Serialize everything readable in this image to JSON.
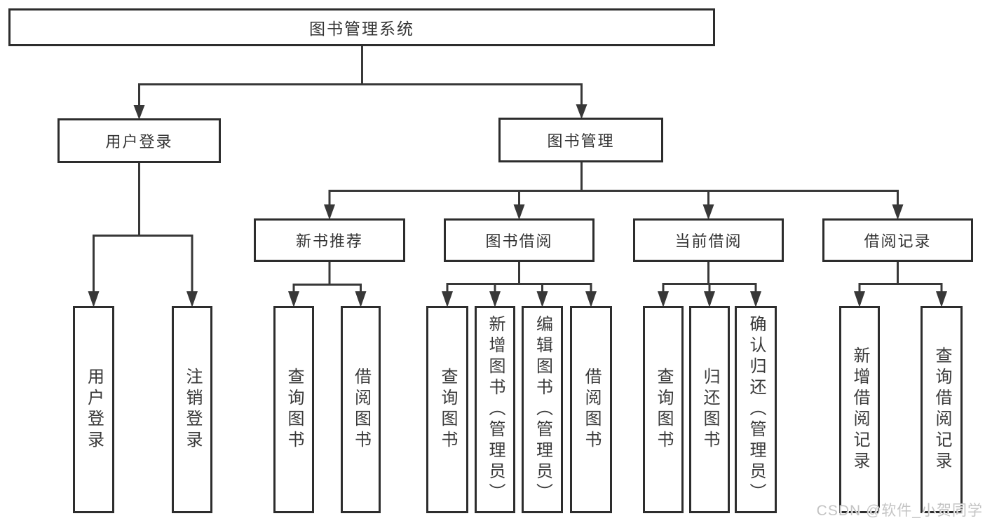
{
  "diagram_type": "hierarchy",
  "title": "图书管理系统",
  "tree": {
    "label": "图书管理系统",
    "children": [
      {
        "label": "用户登录",
        "children": [
          {
            "label": "用户登录"
          },
          {
            "label": "注销登录"
          }
        ]
      },
      {
        "label": "图书管理",
        "children": [
          {
            "label": "新书推荐",
            "children": [
              {
                "label": "查询图书"
              },
              {
                "label": "借阅图书"
              }
            ]
          },
          {
            "label": "图书借阅",
            "children": [
              {
                "label": "查询图书"
              },
              {
                "label": "新增图书（管理员）"
              },
              {
                "label": "编辑图书（管理员）"
              },
              {
                "label": "借阅图书"
              }
            ]
          },
          {
            "label": "当前借阅",
            "children": [
              {
                "label": "查询图书"
              },
              {
                "label": "归还图书"
              },
              {
                "label": "确认归还（管理员）"
              }
            ]
          },
          {
            "label": "借阅记录",
            "children": [
              {
                "label": "新增借阅记录"
              },
              {
                "label": "查询借阅记录"
              }
            ]
          }
        ]
      }
    ]
  },
  "watermark": {
    "text": "CSDN @软件_小贺同学"
  },
  "colors": {
    "line": "#383838",
    "box_border": "#2d2d2d",
    "text": "#333333",
    "background": "#ffffff",
    "watermark": "#c4c4c4"
  }
}
